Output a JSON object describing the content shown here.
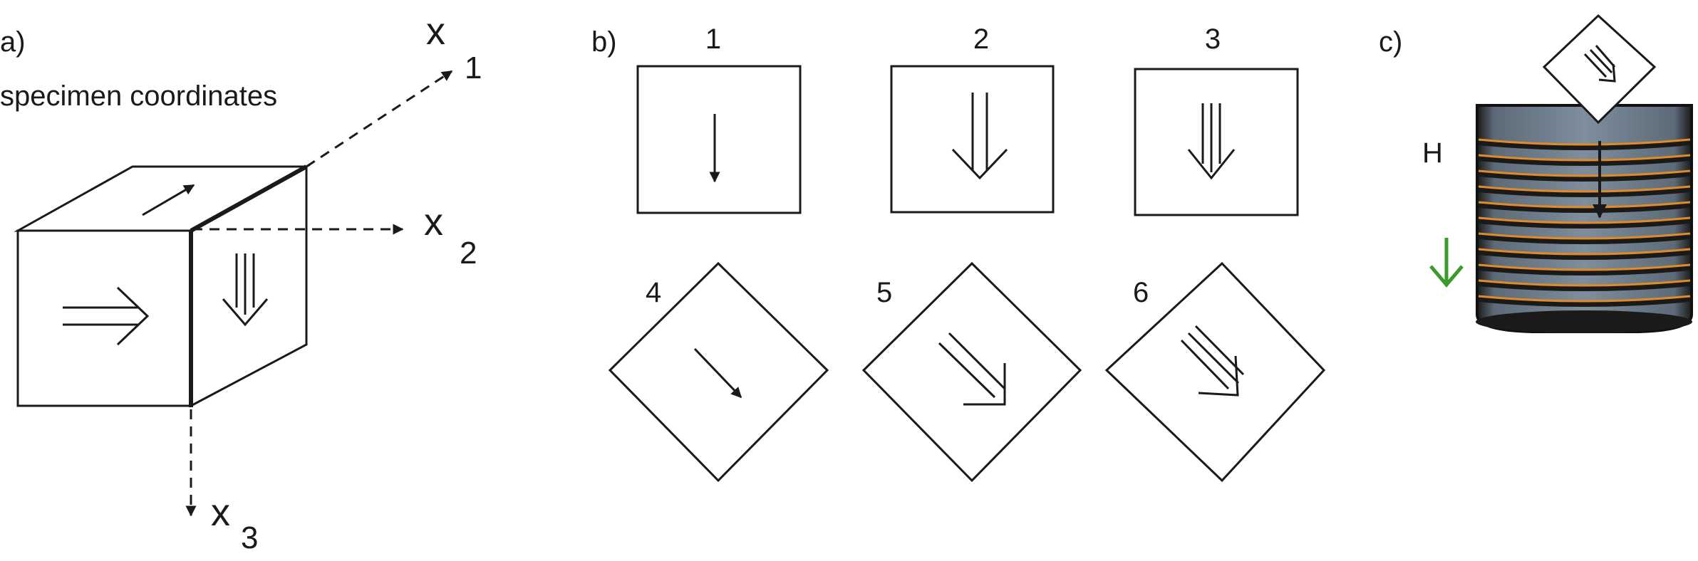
{
  "panel_a": {
    "label": "a)",
    "title": "specimen coordinates",
    "axis_x1": {
      "symbol": "x",
      "subscript": "1"
    },
    "axis_x2": {
      "symbol": "x",
      "subscript": "2"
    },
    "axis_x3": {
      "symbol": "x",
      "subscript": "3"
    }
  },
  "panel_b": {
    "label": "b)",
    "samples": [
      {
        "number": "1",
        "shape": "square",
        "arrow_lines": 1
      },
      {
        "number": "2",
        "shape": "square",
        "arrow_lines": 2
      },
      {
        "number": "3",
        "shape": "square",
        "arrow_lines": 3
      },
      {
        "number": "4",
        "shape": "diamond",
        "arrow_lines": 1
      },
      {
        "number": "5",
        "shape": "diamond",
        "arrow_lines": 2
      },
      {
        "number": "6",
        "shape": "diamond",
        "arrow_lines": 3
      }
    ]
  },
  "panel_c": {
    "label": "c)",
    "field_label": "H",
    "colors": {
      "coil": "#e08a2a",
      "core": "#6f7f8e",
      "core_dark": "#1a1a1a",
      "field_arrow": "#3a9a2a"
    }
  }
}
